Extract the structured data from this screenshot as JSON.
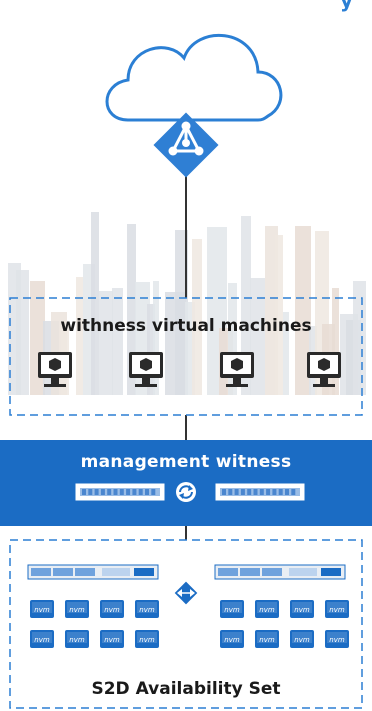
{
  "title_fragment": "y",
  "labels": {
    "witness_vms": "withness virtual machines",
    "management": "management witness",
    "s2d": "S2D Availability Set"
  },
  "drive_label": "nvm",
  "icons": {
    "cloud": "cloud-icon",
    "azure_ad": "azure-active-directory-icon",
    "vm": "virtual-machine-monitor-icon",
    "switch": "network-switch-icon",
    "sync": "sync-icon",
    "server": "rack-server-icon",
    "bidirectional": "bidirectional-arrow-icon",
    "drive": "nvme-drive-icon"
  },
  "colors": {
    "accent": "#1b6cc4",
    "cloud_stroke": "#2b7fd4",
    "diamond": "#2f7fd4",
    "dashed_border": "#2b7fd4",
    "line": "#333333",
    "vm_monitor": "#2a2a2a"
  },
  "counts": {
    "vms": 4,
    "drives_per_group": 8
  }
}
